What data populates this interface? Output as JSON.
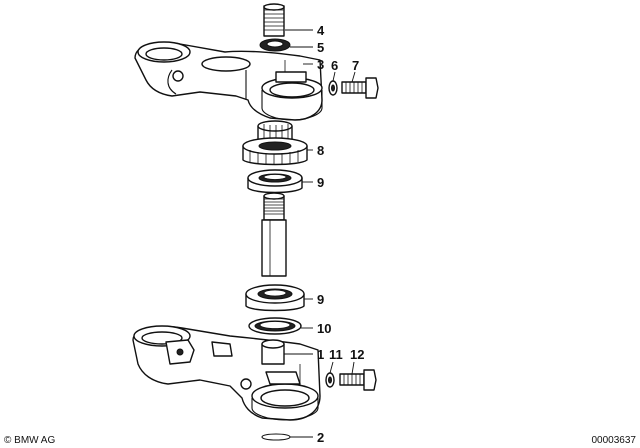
{
  "diagram": {
    "callouts": [
      {
        "id": "c4",
        "label": "4"
      },
      {
        "id": "c5",
        "label": "5"
      },
      {
        "id": "c3",
        "label": "3"
      },
      {
        "id": "c6",
        "label": "6"
      },
      {
        "id": "c7",
        "label": "7"
      },
      {
        "id": "c8",
        "label": "8"
      },
      {
        "id": "c9a",
        "label": "9"
      },
      {
        "id": "c9b",
        "label": "9"
      },
      {
        "id": "c10",
        "label": "10"
      },
      {
        "id": "c1",
        "label": "1"
      },
      {
        "id": "c11",
        "label": "11"
      },
      {
        "id": "c12",
        "label": "12"
      },
      {
        "id": "c2",
        "label": "2"
      }
    ]
  },
  "footer": {
    "copyright": "© BMW AG",
    "part_number": "00003637"
  }
}
